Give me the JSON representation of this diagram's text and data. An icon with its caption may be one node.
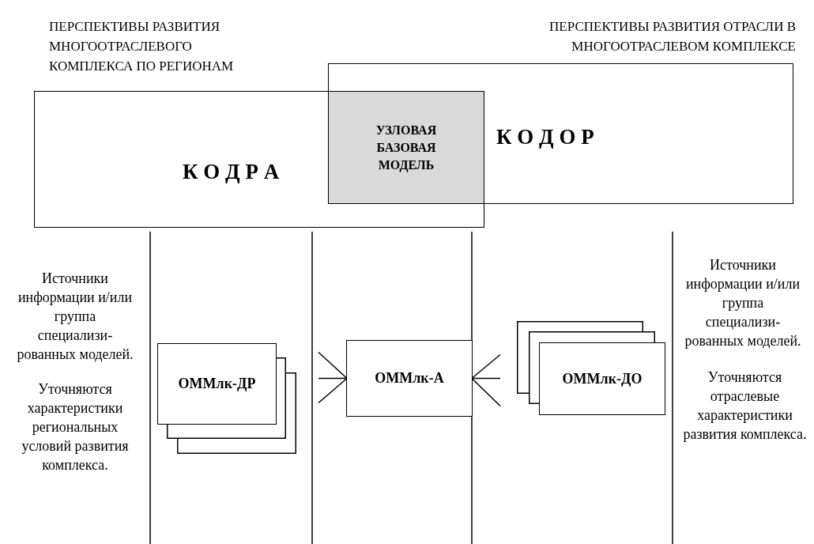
{
  "diagram": {
    "nodes": [
      {
        "text": [
          "ПЕРСПЕКТИВЫ РАЗВИТИЯ МНОГООТРАСЛЕВОГО КОМПЛЕКСА ПО РЕГИОНАМ",
          "К О Д Р А"
        ]
      },
      {
        "text": [
          "ПЕРСПЕКТИВЫ РАЗВИТИЯ ОТРАСЛИ В МНОГООТРАСЛЕВОМ КОМПЛЕКСЕ",
          "К О Д О Р"
        ]
      },
      {
        "text": [
          "УЗЛОВАЯ БАЗОВАЯ МОДЕЛЬ"
        ]
      },
      {
        "text": [
          "ОММлк-ДР"
        ]
      },
      {
        "text": [
          "ОММлк-А"
        ]
      },
      {
        "text": [
          "ОММлк-ДО"
        ]
      }
    ],
    "edges": [
      {
        "from": null,
        "to": 4,
        "arrow": "none"
      },
      {
        "from": null,
        "to": 4,
        "arrow": "none"
      }
    ],
    "labels": [
      "Источники информации и/или группа специализи-рованных моделей.",
      "Уточняются характеристики региональных условий развития комплекса.",
      "Источники информации и/или группа специализи-рованных моделей.",
      "Уточняются отраслевые характеристики развития комплекса."
    ]
  }
}
